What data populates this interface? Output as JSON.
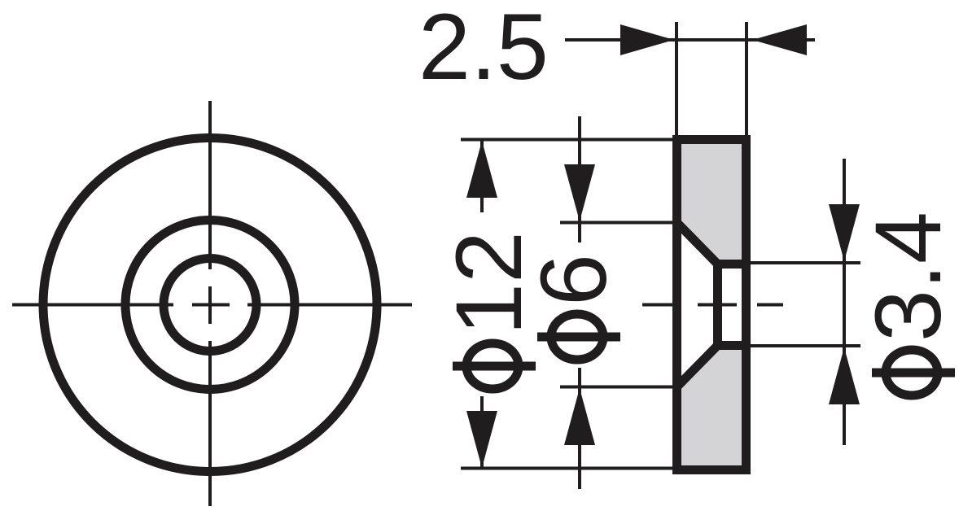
{
  "drawing": {
    "type": "technical-drawing",
    "part": "countersunk-washer",
    "views": {
      "front": "front-view-concentric-circles",
      "side": "section-view-countersink-profile"
    }
  },
  "colors": {
    "line": "#1f1d1d",
    "section_fill": "#d4d4d6",
    "background": "#ffffff"
  },
  "dimensions": {
    "thickness": {
      "label": "2.5",
      "value": "2.5"
    },
    "outer_diameter": {
      "label": "φ12",
      "symbol": "φ",
      "value": "12"
    },
    "countersink_diameter": {
      "label": "φ6",
      "symbol": "φ",
      "value": "6"
    },
    "bore_diameter": {
      "label": "φ3.4",
      "symbol": "φ",
      "value": "3.4"
    }
  }
}
